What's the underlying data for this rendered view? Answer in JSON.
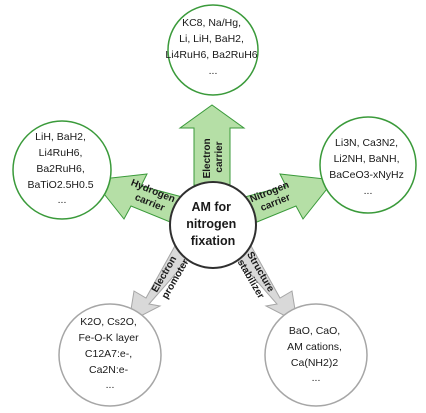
{
  "colors": {
    "green_fill": "#b5dfa6",
    "green_border": "#3a9a3a",
    "gray_fill": "#d9d9d9",
    "gray_border": "#a6a6a6",
    "center_border": "#2f2f2f"
  },
  "center": {
    "lines": [
      "AM for",
      "nitrogen",
      "fixation"
    ]
  },
  "arrows": {
    "electron_carrier": [
      "Electron",
      "carrier"
    ],
    "hydrogen_carrier": [
      "Hydrogen",
      "carrier"
    ],
    "nitrogen_carrier": [
      "Nitrogen",
      "carrier"
    ],
    "electron_promoter": [
      "Electron",
      "promoter"
    ],
    "structure_stabilizer": [
      "Structure",
      "stabilizer"
    ]
  },
  "satellites": {
    "top": [
      "KC8, Na/Hg,",
      "Li, LiH, BaH2,",
      "Li4RuH6, Ba2RuH6",
      "..."
    ],
    "left": [
      "LiH, BaH2,",
      "Li4RuH6,",
      "Ba2RuH6,",
      "BaTiO2.5H0.5",
      "..."
    ],
    "right": [
      "Li3N, Ca3N2,",
      "Li2NH, BaNH,",
      "BaCeO3-xNyHz",
      "..."
    ],
    "bottom_left": [
      "K2O, Cs2O,",
      "Fe-O-K layer",
      "C12A7:e-,",
      "Ca2N:e-",
      "..."
    ],
    "bottom_right": [
      "BaO, CaO,",
      "AM cations,",
      "Ca(NH2)2",
      "..."
    ]
  }
}
